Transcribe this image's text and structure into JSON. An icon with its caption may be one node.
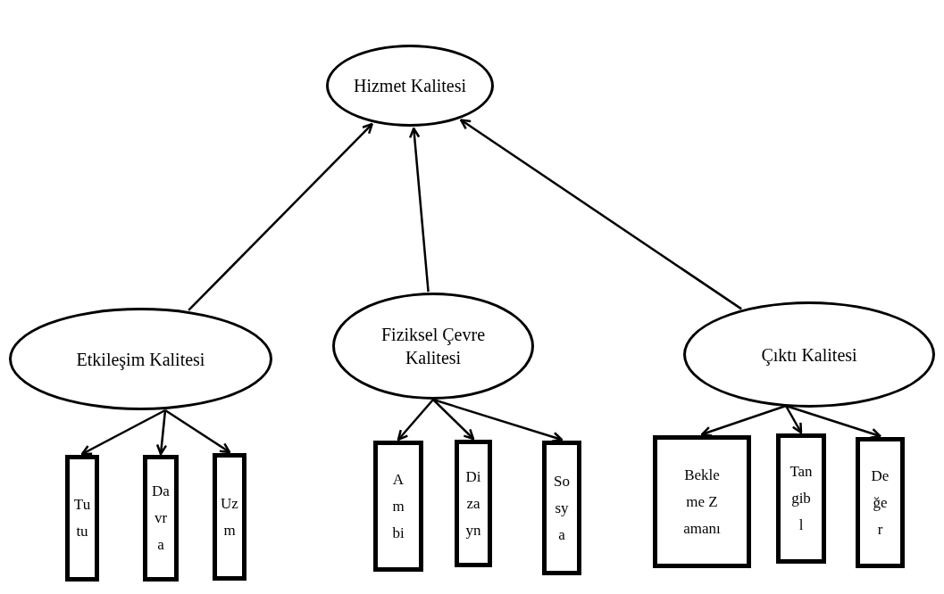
{
  "diagram": {
    "nodes": [
      {
        "text": [
          "Hizmet Kalitesi"
        ]
      },
      {
        "text": [
          "Etkileşim Kalitesi"
        ]
      },
      {
        "text": [
          "Fiziksel Çevre Kalitesi"
        ]
      },
      {
        "text": [
          "Çıktı Kalitesi"
        ]
      },
      {
        "text": [
          "Tutu"
        ]
      },
      {
        "text": [
          "Davra"
        ]
      },
      {
        "text": [
          "Uzm"
        ]
      },
      {
        "text": [
          "Ambi"
        ]
      },
      {
        "text": [
          "Dizayn"
        ]
      },
      {
        "text": [
          "Sosya"
        ]
      },
      {
        "text": [
          "Bekleme Zamanı"
        ]
      },
      {
        "text": [
          "Tangibl"
        ]
      },
      {
        "text": [
          "Değer"
        ]
      }
    ],
    "edges": [
      {
        "from": 1,
        "to": 0,
        "arrow": "to"
      },
      {
        "from": 2,
        "to": 0,
        "arrow": "to"
      },
      {
        "from": 3,
        "to": 0,
        "arrow": "to"
      },
      {
        "from": 1,
        "to": 4,
        "arrow": "to"
      },
      {
        "from": 1,
        "to": 5,
        "arrow": "to"
      },
      {
        "from": 1,
        "to": 6,
        "arrow": "to"
      },
      {
        "from": 2,
        "to": 7,
        "arrow": "to"
      },
      {
        "from": 2,
        "to": 8,
        "arrow": "to"
      },
      {
        "from": 2,
        "to": 9,
        "arrow": "to"
      },
      {
        "from": 3,
        "to": 10,
        "arrow": "to"
      },
      {
        "from": 3,
        "to": 11,
        "arrow": "to"
      },
      {
        "from": 3,
        "to": 12,
        "arrow": "to"
      }
    ]
  }
}
